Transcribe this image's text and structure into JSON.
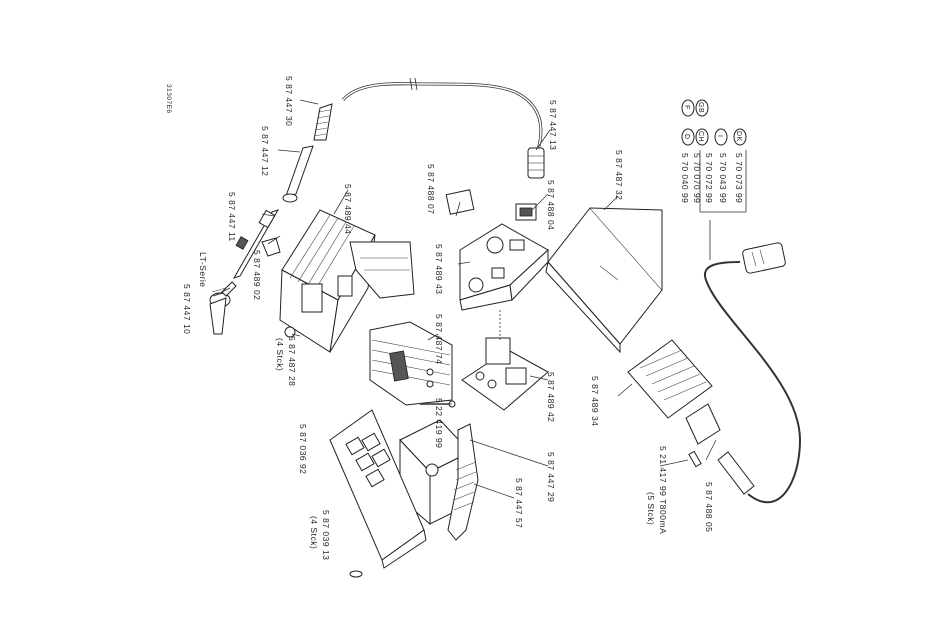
{
  "corner_code": "31307E6",
  "labels": {
    "p44730": "5 87 447 30",
    "p44712": "5 87 447 12",
    "p44711": "5 87 447 11",
    "lt": "LT-Serie",
    "p44710": "5 87 447 10",
    "p48902": "5 87 489 02",
    "p48944": "5 87 489 44",
    "p48728": "5 87 487 28",
    "stk4a": "(4 Stck)",
    "p48807": "5 87 488 07",
    "p48943": "5 87 489 43",
    "p48774": "5 87 487 74",
    "p41999": "5 22 419 99",
    "p48942": "5 87 489 42",
    "p44713": "5 87 447 13",
    "p48804": "5 87 488 04",
    "p48732": "5 87 487 32",
    "p48934": "5 87 489 34",
    "p03692": "5 87 036 92",
    "p03913": "5 87 039 13",
    "stk4b": "(4 Stck)",
    "p44729": "5 87 447 29",
    "p44757": "5 87 447 57",
    "p41799": "5 21 417 99  T800mA",
    "stk5": "(5 Stck)",
    "p48805": "5 87 488 05"
  },
  "country_table": [
    {
      "code": "DK",
      "number": "5 70 073 99"
    },
    {
      "code": "I",
      "number": "5 70 043 99"
    },
    {
      "code": "CH",
      "number": "5 70 072 99"
    },
    {
      "code": "GB",
      "number": "5 70 070 99"
    },
    {
      "code": "D",
      "number": "5 70 040 99"
    },
    {
      "code": "F",
      "number": ""
    }
  ]
}
